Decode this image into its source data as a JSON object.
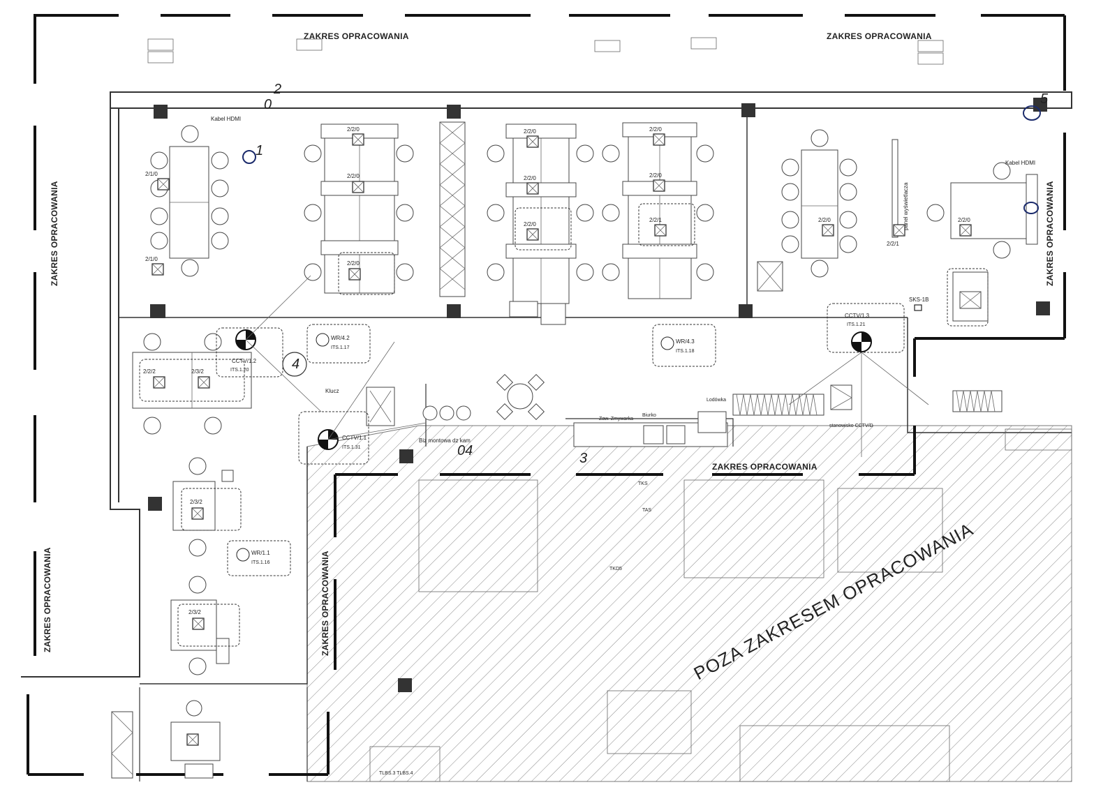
{
  "boundary_labels": {
    "top_left": "ZAKRES OPRACOWANIA",
    "top_right": "ZAKRES OPRACOWANIA",
    "left_upper": "ZAKRES OPRACOWANIA",
    "left_lower": "ZAKRES OPRACOWANIA",
    "right": "ZAKRES OPRACOWANIA",
    "middle": "ZAKRES OPRACOWANIA",
    "middle_vertical": "ZAKRES OPRACOWANIA"
  },
  "out_of_scope_label": "POZA ZAKRESEM OPRACOWANIA",
  "device_labels": {
    "cctv_1": "CCTV/1.1",
    "cctv_1_ref": "ITS.1.31",
    "cctv_2": "CCTV/1.2",
    "cctv_2_ref": "ITS.1.20",
    "cctv_3": "CCTV/1.3",
    "cctv_3_ref": "ITS.1.21",
    "wifi_2": "WR/4.2",
    "wifi_2_ref": "ITS.1.17",
    "wifi_3": "WR/4.3",
    "wifi_3_ref": "ITS.1.18",
    "wifi_1": "WR/1.1",
    "wifi_1_ref": "ITS.1.16",
    "sks": "SKS-1B"
  },
  "outlet_labels": [
    "2/1/0",
    "2/1/0",
    "2/2/0",
    "2/2/0",
    "2/2/0",
    "2/2/0",
    "2/2/0",
    "2/2/0",
    "2/2/0",
    "2/2/0",
    "2/2/1",
    "2/2/2",
    "2/3/2",
    "2/3/2",
    "2/3/2",
    "2/2/0",
    "2/2/0",
    "2/2/1"
  ],
  "room_labels": {
    "cable_hdmi_1": "Kabel HDMI",
    "cable_hdmi_2": "Kabel HDMI",
    "panel": "panel wyświetlacza",
    "klucz": "Klucz",
    "szafa": "Biz montowa dz kam",
    "zaw": "Zaw. Zmywarka",
    "lodowka": "Lodówka",
    "biurko": "Biurko",
    "stanowisko": "stanowisko CCTV/D",
    "tks": "TKS",
    "tas": "TAS",
    "tkd": "TKD5",
    "tlbs": "TLBS.3 TLBS.4"
  },
  "handwritten": [
    "2",
    "0",
    "1",
    "4",
    "5",
    "3",
    "04"
  ]
}
